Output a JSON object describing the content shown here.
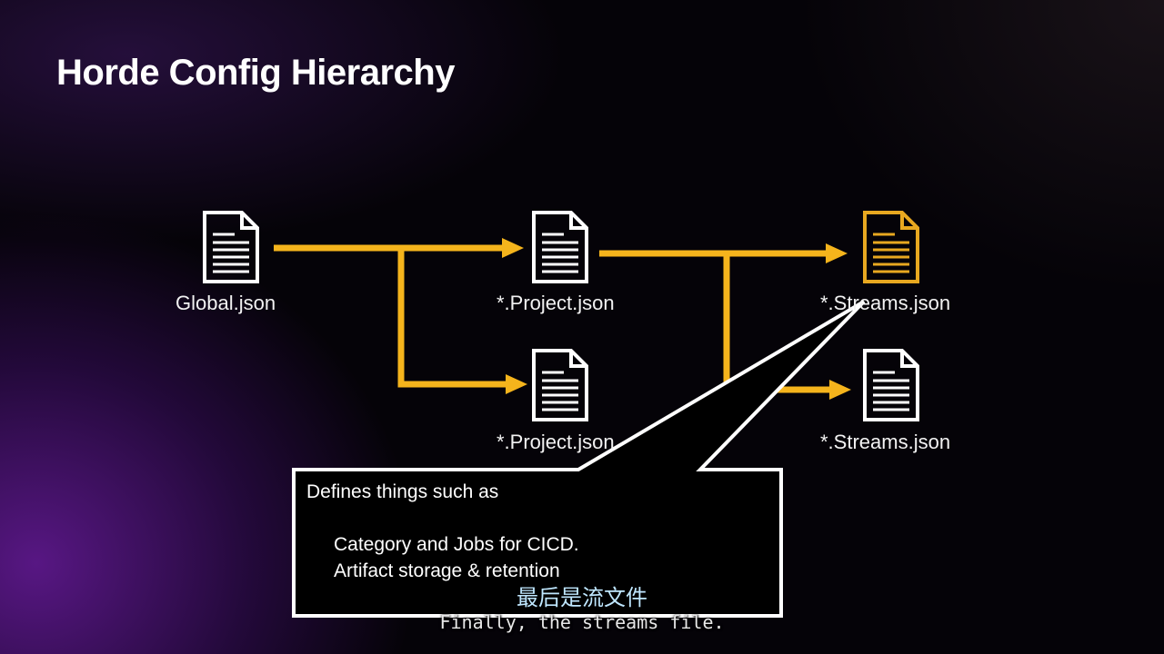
{
  "slide": {
    "title": "Horde Config Hierarchy"
  },
  "diagram": {
    "files": [
      {
        "name": "global",
        "label": "Global.json",
        "highlighted": false
      },
      {
        "name": "project-1",
        "label": "*.Project.json",
        "highlighted": false
      },
      {
        "name": "project-2",
        "label": "*.Project.json",
        "highlighted": false
      },
      {
        "name": "streams-1",
        "label": "*.Streams.json",
        "highlighted": true
      },
      {
        "name": "streams-2",
        "label": "*.Streams.json",
        "highlighted": false
      }
    ],
    "colors": {
      "arrow": "#f5b41c",
      "icon_default": "#ffffff",
      "icon_highlight": "#e8a820"
    }
  },
  "callout": {
    "heading": "Defines things such as",
    "items": [
      "Category and Jobs for CICD.",
      "Artifact storage & retention"
    ]
  },
  "subtitles": {
    "chinese": "最后是流文件",
    "english": "Finally, the streams file."
  }
}
